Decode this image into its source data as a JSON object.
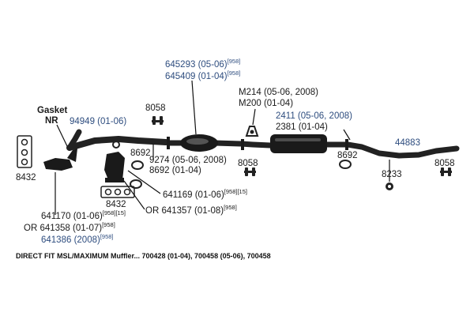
{
  "colors": {
    "part_blue": "#2e4d7f",
    "part_black": "#1a1a1a",
    "line": "#111111",
    "pipe": "#222222"
  },
  "labels": [
    {
      "id": "p645293",
      "text": "645293 (05-06)",
      "sup": "[958]",
      "color": "blue"
    },
    {
      "id": "p645409",
      "text": "645409 (01-04)",
      "sup": "[958]",
      "color": "blue"
    },
    {
      "id": "pM214",
      "text": "M214 (05-06, 2008)",
      "sup": "",
      "color": "black"
    },
    {
      "id": "pM200",
      "text": "M200 (01-04)",
      "sup": "",
      "color": "black"
    },
    {
      "id": "p8058a",
      "text": "8058",
      "sup": "",
      "color": "black"
    },
    {
      "id": "pGasket",
      "text": "Gasket",
      "sup": "",
      "color": "black"
    },
    {
      "id": "pNR",
      "text": "NR",
      "sup": "",
      "color": "black"
    },
    {
      "id": "p94949",
      "text": "94949 (01-06)",
      "sup": "",
      "color": "blue"
    },
    {
      "id": "p2411",
      "text": "2411 (05-06, 2008)",
      "sup": "",
      "color": "blue"
    },
    {
      "id": "p2381",
      "text": "2381 (01-04)",
      "sup": "",
      "color": "black"
    },
    {
      "id": "p44883",
      "text": "44883",
      "sup": "",
      "color": "blue"
    },
    {
      "id": "p8692a",
      "text": "8692",
      "sup": "",
      "color": "black"
    },
    {
      "id": "p9274",
      "text": "9274 (05-06, 2008)",
      "sup": "",
      "color": "black"
    },
    {
      "id": "p8058b",
      "text": "8058",
      "sup": "",
      "color": "black"
    },
    {
      "id": "p8692b",
      "text": "8692",
      "sup": "",
      "color": "black"
    },
    {
      "id": "p8233",
      "text": "8233",
      "sup": "",
      "color": "black"
    },
    {
      "id": "p8058c",
      "text": "8058",
      "sup": "",
      "color": "black"
    },
    {
      "id": "p8692c",
      "text": "8692 (01-04)",
      "sup": "",
      "color": "black"
    },
    {
      "id": "p8432a",
      "text": "8432",
      "sup": "",
      "color": "black"
    },
    {
      "id": "p641169",
      "text": "641169 (01-06)",
      "sup": "[958][15]",
      "color": "black"
    },
    {
      "id": "p641357",
      "text": "OR 641357 (01-08)",
      "sup": "[958]",
      "color": "black"
    },
    {
      "id": "p8432b",
      "text": "8432",
      "sup": "",
      "color": "black"
    },
    {
      "id": "p641170",
      "text": "641170 (01-06)",
      "sup": "[958][15]",
      "color": "black"
    },
    {
      "id": "p641358",
      "text": "OR 641358 (01-07)",
      "sup": "[958]",
      "color": "black"
    },
    {
      "id": "p641386",
      "text": "641386 (2008)",
      "sup": "[958]",
      "color": "blue"
    }
  ],
  "footer": "DIRECT FIT MSL/MAXIMUM Muffler... 700428 (01-04), 700458 (05-06), 700458"
}
